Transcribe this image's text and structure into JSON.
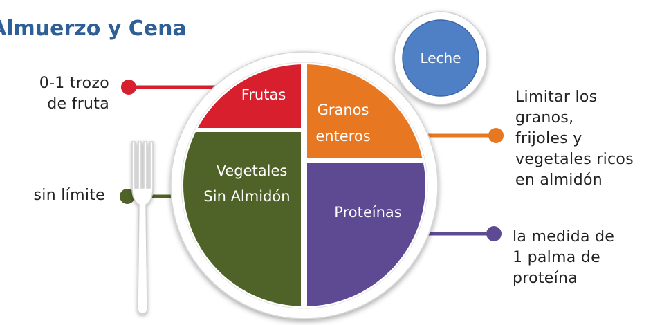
{
  "title": "Almuerzo y Cena",
  "sections": {
    "fruits": {
      "label": "Frutas",
      "color": "#d81f2e"
    },
    "grains": {
      "label_line1": "Granos",
      "label_line2": "enteros",
      "color": "#e87722"
    },
    "vegetables": {
      "label_line1": "Vegetales",
      "label_line2": "Sin Almidón",
      "color": "#4f6228"
    },
    "proteins": {
      "label": "Proteínas",
      "color": "#5e4a93"
    },
    "milk": {
      "label": "Leche",
      "color": "#4f7fc4"
    }
  },
  "notes": {
    "fruit": {
      "line1": "0-1 trozo",
      "line2": "de fruta"
    },
    "vegetables": {
      "line1": "sin límite"
    },
    "grains": {
      "line1": "Limitar los",
      "line2": "granos,",
      "line3": "frijoles y",
      "line4": "vegetales ricos",
      "line5": "en almidón"
    },
    "protein": {
      "line1": "la medida de",
      "line2": "1 palma de",
      "line3": "proteína"
    }
  },
  "icons": {
    "utensil": "fork-icon"
  }
}
